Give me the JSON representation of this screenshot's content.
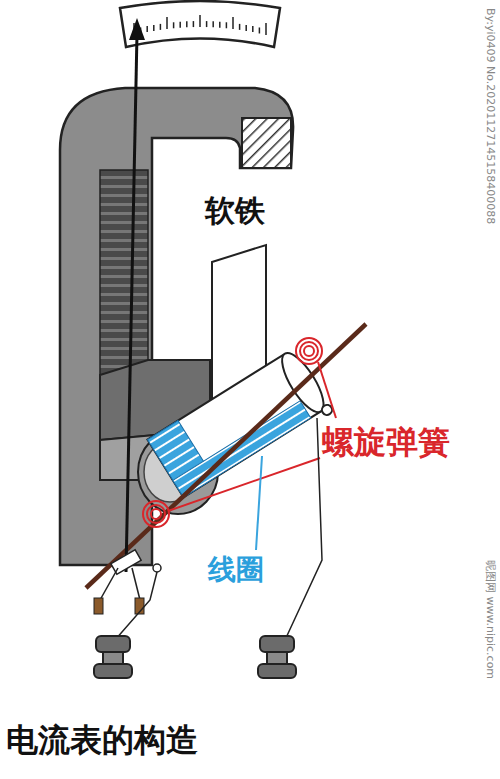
{
  "diagram": {
    "title": "电流表的构造",
    "labels": [
      "软铁",
      "螺旋弹簧",
      "线圈",
      "By:yi0409 No.20201127145158400088",
      "昵图网 www.nipic.com"
    ]
  }
}
